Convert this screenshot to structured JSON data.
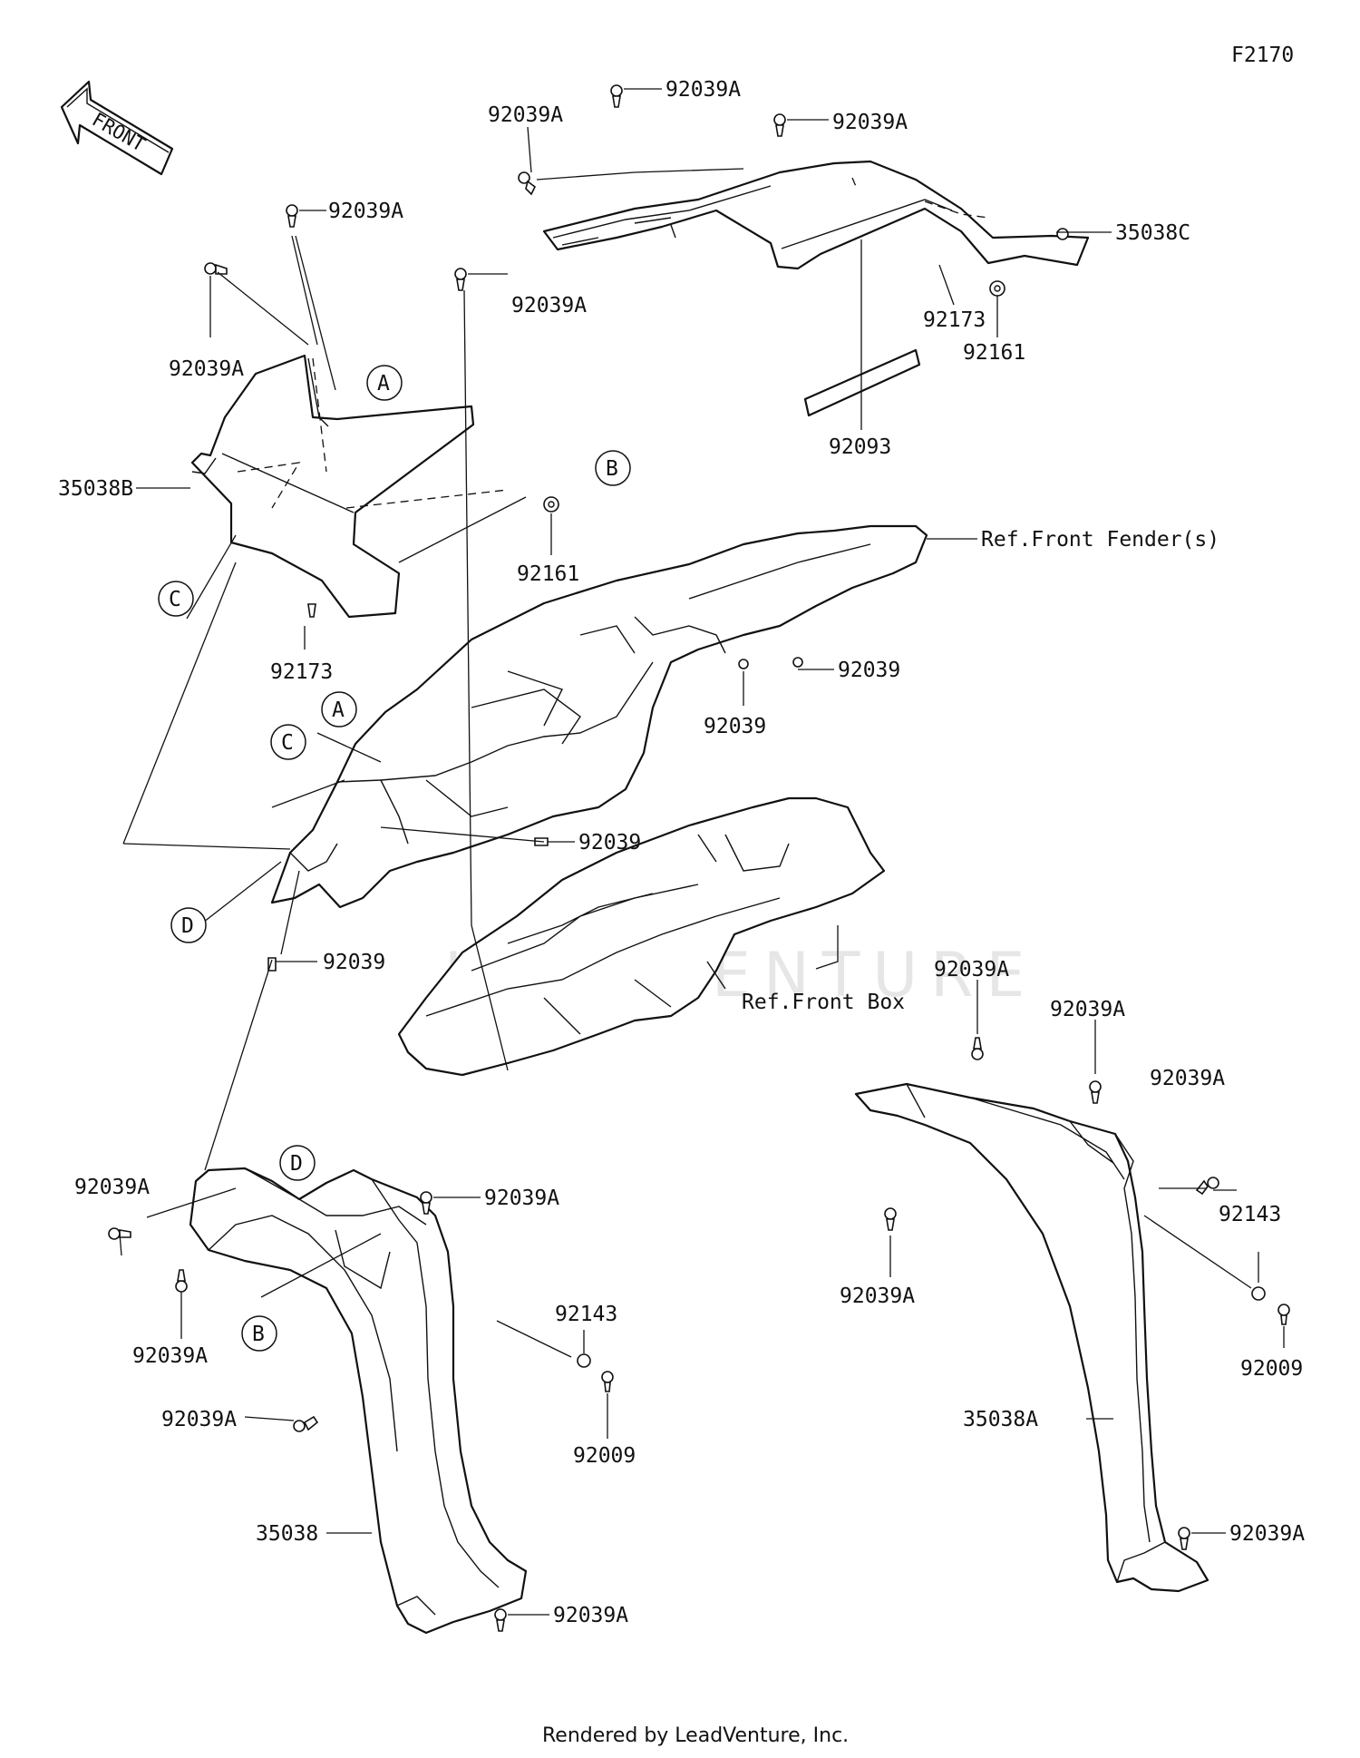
{
  "diagram_code": "F2170",
  "front_arrow_text": "FRONT",
  "watermark": "LEADVENTURE",
  "footer": "Rendered by LeadVenture, Inc.",
  "labels": {
    "l1": "92039A",
    "l2": "92039A",
    "l3": "92039A",
    "l4": "35038C",
    "l5": "92173",
    "l6": "92161",
    "l7": "92093",
    "l8": "92039A",
    "l9": "92039A",
    "l10": "92039A",
    "l11": "35038B",
    "l12": "92161",
    "l13": "92173",
    "l14": "Ref.Front Fender(s)",
    "l15": "92039",
    "l16": "92039",
    "l17": "92039",
    "l18": "92039",
    "l19": "Ref.Front Box",
    "l20": "92039A",
    "l21": "92039A",
    "l22": "92039A",
    "l23": "92143",
    "l24": "92009",
    "l25": "92039A",
    "l26": "35038A",
    "l27": "92039A",
    "l28": "92039A",
    "l29": "92039A",
    "l30": "92039A",
    "l31": "92039A",
    "l32": "92143",
    "l33": "92009",
    "l34": "35038",
    "l35": "92039A"
  },
  "callouts": {
    "a1": "A",
    "a2": "A",
    "b1": "B",
    "b2": "B",
    "c1": "C",
    "c2": "C",
    "d1": "D",
    "d2": "D"
  }
}
